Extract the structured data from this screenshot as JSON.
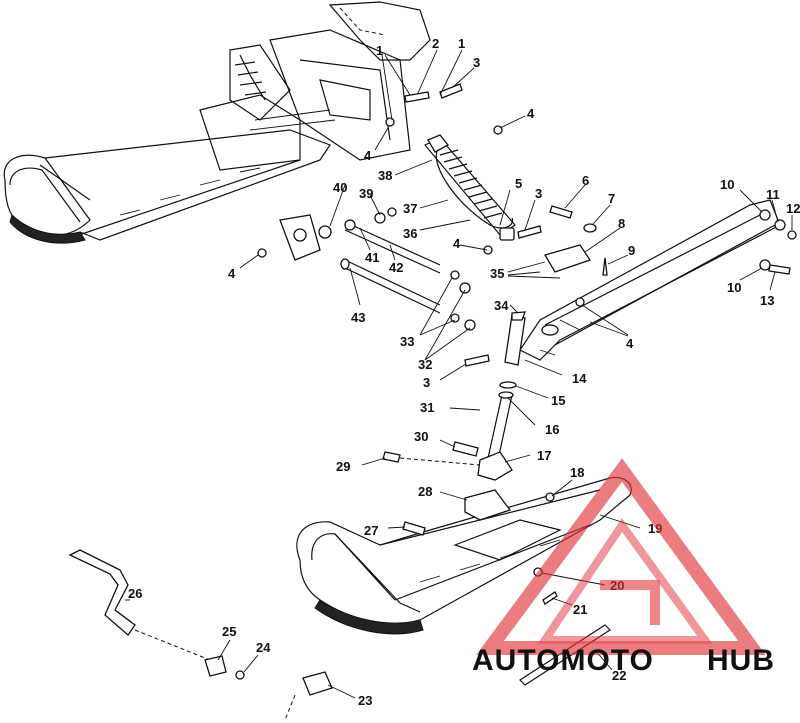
{
  "diagram": {
    "callouts": [
      "1",
      "2",
      "1",
      "3",
      "4",
      "4",
      "38",
      "5",
      "37",
      "36",
      "3",
      "4",
      "6",
      "7",
      "8",
      "9",
      "35",
      "34",
      "4",
      "40",
      "39",
      "41",
      "42",
      "43",
      "4",
      "33",
      "32",
      "3",
      "14",
      "15",
      "31",
      "16",
      "30",
      "17",
      "29",
      "28",
      "27",
      "18",
      "19",
      "20",
      "21",
      "22",
      "26",
      "25",
      "24",
      "23",
      "10",
      "11",
      "12",
      "10",
      "13"
    ]
  },
  "watermark": {
    "part1": "AUTOMOTO",
    "part2": "HUB",
    "color_orange": "#f2b263",
    "color_dark": "#6b6b6b",
    "color_red": "#e0343a"
  }
}
